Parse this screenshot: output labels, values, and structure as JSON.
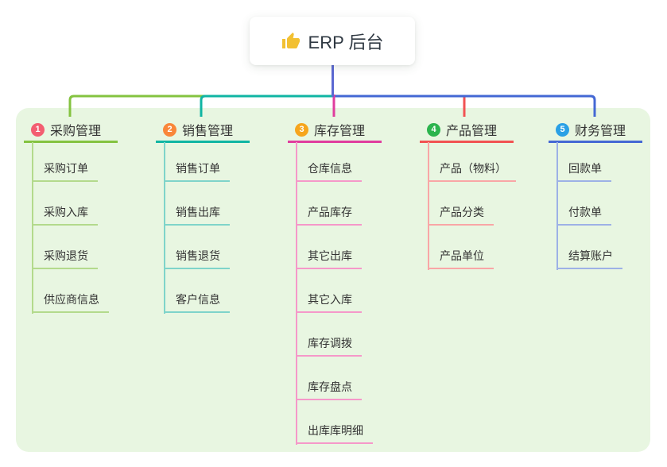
{
  "root": {
    "label": "ERP 后台",
    "icon": "thumbs-up-icon"
  },
  "colors": {
    "panel_bg": "#e8f6e1",
    "root_line": "#5b68d2",
    "thumb": "#f2c032",
    "text_dark": "#333333",
    "root_text": "#2f3842"
  },
  "branches": [
    {
      "badge": "1",
      "label": "采购管理",
      "color": "#84c340",
      "light_color": "#b3da8c",
      "badge_color": "#f35e71",
      "children": [
        {
          "label": "采购订单"
        },
        {
          "label": "采购入库"
        },
        {
          "label": "采购退货"
        },
        {
          "label": "供应商信息"
        }
      ]
    },
    {
      "badge": "2",
      "label": "销售管理",
      "color": "#10b5a3",
      "light_color": "#7fd4ca",
      "badge_color": "#f9873a",
      "children": [
        {
          "label": "销售订单"
        },
        {
          "label": "销售出库"
        },
        {
          "label": "销售退货"
        },
        {
          "label": "客户信息"
        }
      ]
    },
    {
      "badge": "3",
      "label": "库存管理",
      "color": "#e03d9e",
      "light_color": "#f598c9",
      "badge_color": "#f6a51c",
      "children": [
        {
          "label": "仓库信息"
        },
        {
          "label": "产品库存"
        },
        {
          "label": "其它出库"
        },
        {
          "label": "其它入库"
        },
        {
          "label": "库存调拨"
        },
        {
          "label": "库存盘点"
        },
        {
          "label": "出库库明细"
        }
      ]
    },
    {
      "badge": "4",
      "label": "产品管理",
      "color": "#f25252",
      "light_color": "#f9a6a6",
      "badge_color": "#2cb44e",
      "children": [
        {
          "label": "产品（物料）"
        },
        {
          "label": "产品分类"
        },
        {
          "label": "产品单位"
        }
      ]
    },
    {
      "badge": "5",
      "label": "财务管理",
      "color": "#4468d4",
      "light_color": "#9db1e6",
      "badge_color": "#2aa0e5",
      "children": [
        {
          "label": "回款单"
        },
        {
          "label": "付款单"
        },
        {
          "label": "结算账户"
        }
      ]
    }
  ]
}
